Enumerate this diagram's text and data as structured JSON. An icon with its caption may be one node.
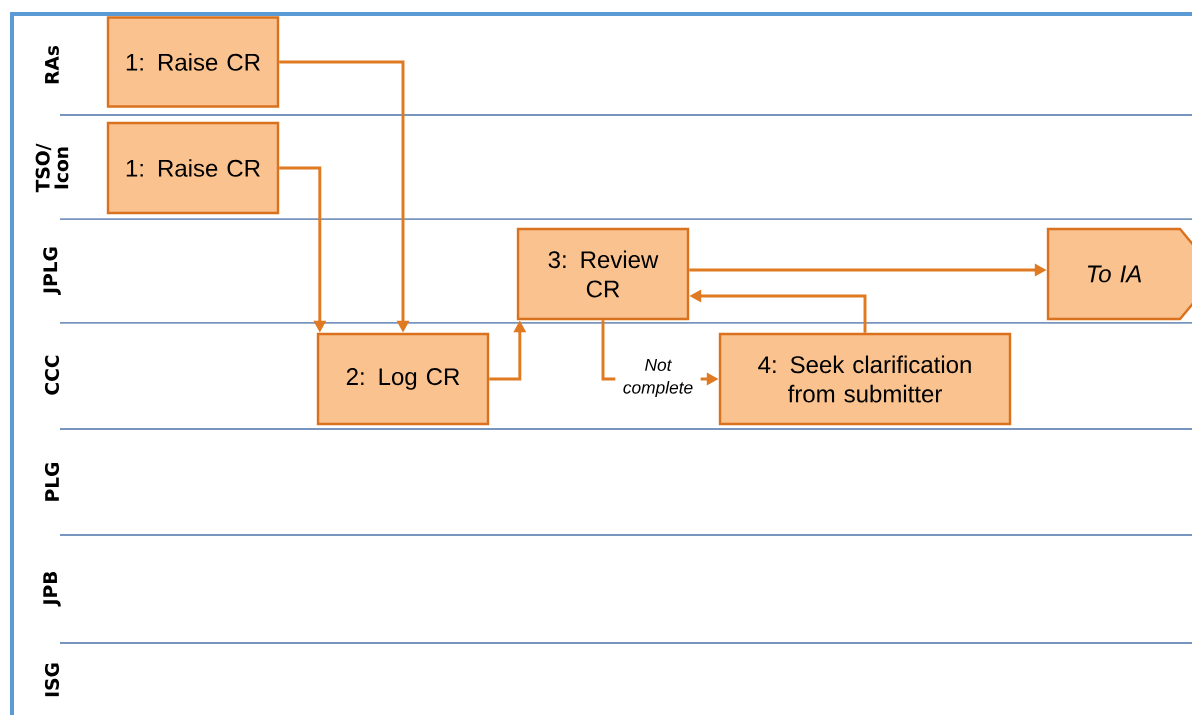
{
  "diagram": {
    "nodes": [
      {
        "text": [
          "1: Raise CR"
        ]
      },
      {
        "text": [
          "1: Raise CR"
        ]
      },
      {
        "text": [
          "2: Log CR"
        ]
      },
      {
        "text": [
          "3: Review CR"
        ]
      },
      {
        "text": [
          "4: Seek clarification from submitter"
        ]
      },
      {
        "text": [
          "To IA"
        ]
      }
    ],
    "edges": [
      {
        "from": 0,
        "to": 2,
        "arrow": "to"
      },
      {
        "from": 1,
        "to": 2,
        "arrow": "to"
      },
      {
        "from": 2,
        "to": 3,
        "arrow": "to"
      },
      {
        "from": 3,
        "to": 4,
        "arrow": "to",
        "label": "Not complete"
      },
      {
        "from": 4,
        "to": 3,
        "arrow": "to"
      },
      {
        "from": 3,
        "to": 5,
        "arrow": "to"
      }
    ],
    "labels": [
      "RAs",
      "TSO/ Icon",
      "JPLG",
      "CCC",
      "PLG",
      "JPB",
      "ISG"
    ]
  }
}
